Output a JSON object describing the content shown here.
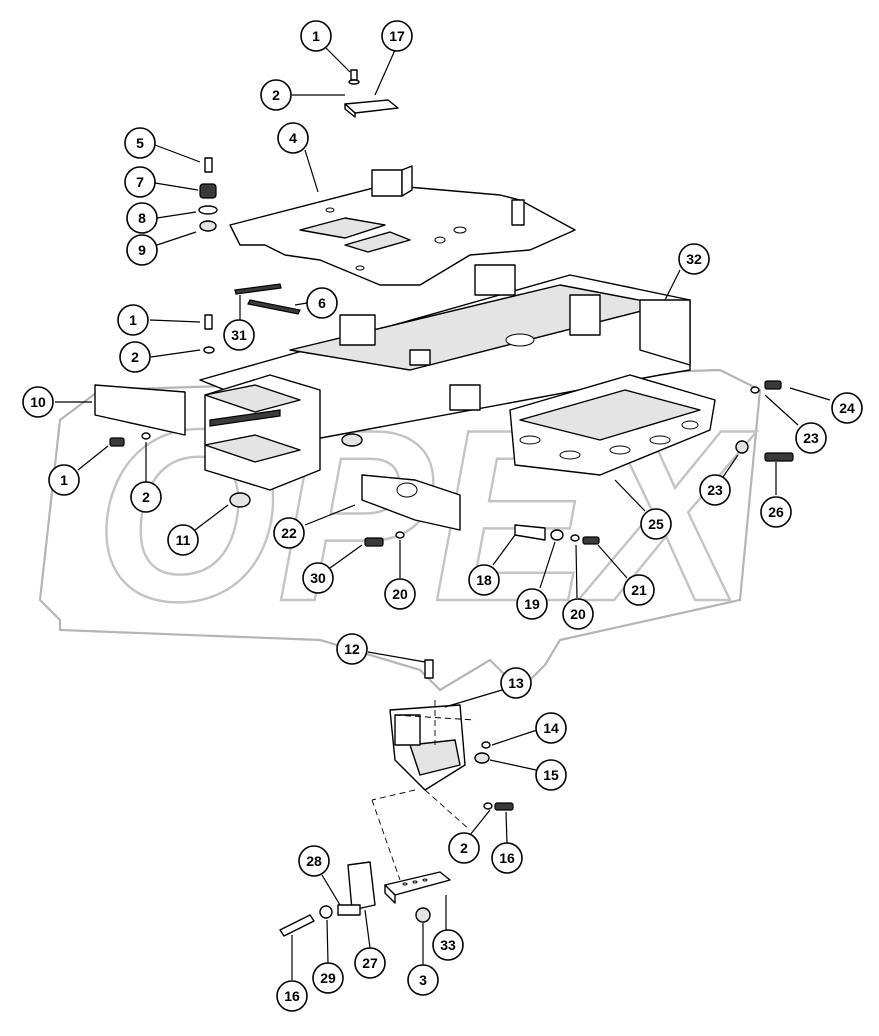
{
  "diagram": {
    "watermark": "OPEX",
    "callouts": [
      {
        "id": "c17",
        "label": "17"
      },
      {
        "id": "c1a",
        "label": "1"
      },
      {
        "id": "c2a",
        "label": "2"
      },
      {
        "id": "c4",
        "label": "4"
      },
      {
        "id": "c5",
        "label": "5"
      },
      {
        "id": "c7",
        "label": "7"
      },
      {
        "id": "c8",
        "label": "8"
      },
      {
        "id": "c9",
        "label": "9"
      },
      {
        "id": "c32",
        "label": "32"
      },
      {
        "id": "c6",
        "label": "6"
      },
      {
        "id": "c1b",
        "label": "1"
      },
      {
        "id": "c31",
        "label": "31"
      },
      {
        "id": "c2b",
        "label": "2"
      },
      {
        "id": "c10",
        "label": "10"
      },
      {
        "id": "c24",
        "label": "24"
      },
      {
        "id": "c23a",
        "label": "23"
      },
      {
        "id": "c1c",
        "label": "1"
      },
      {
        "id": "c2c",
        "label": "2"
      },
      {
        "id": "c23b",
        "label": "23"
      },
      {
        "id": "c26",
        "label": "26"
      },
      {
        "id": "c25",
        "label": "25"
      },
      {
        "id": "c11",
        "label": "11"
      },
      {
        "id": "c22",
        "label": "22"
      },
      {
        "id": "c30",
        "label": "30"
      },
      {
        "id": "c20a",
        "label": "20"
      },
      {
        "id": "c18",
        "label": "18"
      },
      {
        "id": "c19",
        "label": "19"
      },
      {
        "id": "c20b",
        "label": "20"
      },
      {
        "id": "c21",
        "label": "21"
      },
      {
        "id": "c12",
        "label": "12"
      },
      {
        "id": "c13",
        "label": "13"
      },
      {
        "id": "c14",
        "label": "14"
      },
      {
        "id": "c15",
        "label": "15"
      },
      {
        "id": "c2d",
        "label": "2"
      },
      {
        "id": "c16a",
        "label": "16"
      },
      {
        "id": "c28",
        "label": "28"
      },
      {
        "id": "c33",
        "label": "33"
      },
      {
        "id": "c16b",
        "label": "16"
      },
      {
        "id": "c29",
        "label": "29"
      },
      {
        "id": "c27",
        "label": "27"
      },
      {
        "id": "c3",
        "label": "3"
      }
    ]
  }
}
